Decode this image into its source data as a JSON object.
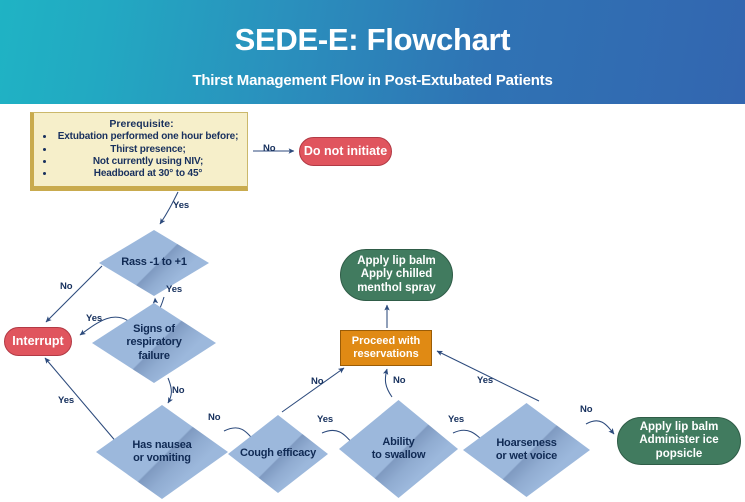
{
  "header": {
    "title": "SEDE-E: Flowchart",
    "subtitle": "Thirst Management Flow in Post-Extubated Patients",
    "gradient_from": "#1fb3c4",
    "gradient_to": "#3366b0"
  },
  "colors": {
    "prerequisite_fill": "#f6efca",
    "prerequisite_border": "#c9ab4e",
    "decision_fill": "#9cb8dc",
    "decision_text": "#102a54",
    "terminal_red": "#e0555e",
    "terminal_green": "#417b5f",
    "process_orange": "#e08a14",
    "edge": "#2c4a7c"
  },
  "prerequisite": {
    "title": "Prerequisite:",
    "items": [
      "Extubation performed one hour before;",
      "Thirst presence;",
      "Not currently using NIV;",
      "Headboard at 30° to 45°"
    ]
  },
  "nodes": {
    "do_not_initiate": "Do not initiate",
    "rass": "Rass -1 to +1",
    "interrupt": "Interrupt",
    "respiratory_failure_l1": "Signs of",
    "respiratory_failure_l2": "respiratory",
    "respiratory_failure_l3": "failure",
    "nausea_l1": "Has nausea",
    "nausea_l2": "or vomiting",
    "cough_efficacy": "Cough efficacy",
    "swallow_l1": "Ability",
    "swallow_l2": "to swallow",
    "hoarseness_l1": "Hoarseness",
    "hoarseness_l2": "or wet voice",
    "proceed_l1": "Proceed with",
    "proceed_l2": "reservations",
    "green_top_l1": "Apply lip balm",
    "green_top_l2": "Apply chilled",
    "green_top_l3": "menthol spray",
    "green_right_l1": "Apply lip balm",
    "green_right_l2": "Administer ice popsicle"
  },
  "edges": [
    {
      "id": "prereq-no-donot",
      "label": "No"
    },
    {
      "id": "prereq-yes-rass",
      "label": "Yes"
    },
    {
      "id": "rass-no-interrupt",
      "label": "No"
    },
    {
      "id": "rass-yes-resp",
      "label": "Yes"
    },
    {
      "id": "resp-yes-interrupt",
      "label": "Yes"
    },
    {
      "id": "resp-no-nausea",
      "label": "No"
    },
    {
      "id": "nausea-yes-interrupt",
      "label": "Yes"
    },
    {
      "id": "nausea-no-cough",
      "label": "No"
    },
    {
      "id": "cough-yes-swallow",
      "label": "Yes"
    },
    {
      "id": "cough-no-proceed",
      "label": "No"
    },
    {
      "id": "swallow-no-proceed",
      "label": "No"
    },
    {
      "id": "swallow-yes-hoarse",
      "label": "Yes"
    },
    {
      "id": "hoarse-yes-proceed",
      "label": "Yes"
    },
    {
      "id": "hoarse-no-green",
      "label": "No"
    }
  ],
  "chart_data": {
    "type": "diagram",
    "title": "SEDE-E: Flowchart",
    "subtitle": "Thirst Management Flow in Post-Extubated Patients",
    "flow": [
      {
        "from": "Prerequisite",
        "to": "Do not initiate",
        "label": "No"
      },
      {
        "from": "Prerequisite",
        "to": "Rass -1 to +1",
        "label": "Yes"
      },
      {
        "from": "Rass -1 to +1",
        "to": "Interrupt",
        "label": "No"
      },
      {
        "from": "Rass -1 to +1",
        "to": "Signs of respiratory failure",
        "label": "Yes"
      },
      {
        "from": "Signs of respiratory failure",
        "to": "Interrupt",
        "label": "Yes"
      },
      {
        "from": "Signs of respiratory failure",
        "to": "Has nausea or vomiting",
        "label": "No"
      },
      {
        "from": "Has nausea or vomiting",
        "to": "Interrupt",
        "label": "Yes"
      },
      {
        "from": "Has nausea or vomiting",
        "to": "Cough efficacy",
        "label": "No"
      },
      {
        "from": "Cough efficacy",
        "to": "Ability to swallow",
        "label": "Yes"
      },
      {
        "from": "Cough efficacy",
        "to": "Proceed with reservations",
        "label": "No"
      },
      {
        "from": "Ability to swallow",
        "to": "Proceed with reservations",
        "label": "No"
      },
      {
        "from": "Ability to swallow",
        "to": "Hoarseness or wet voice",
        "label": "Yes"
      },
      {
        "from": "Hoarseness or wet voice",
        "to": "Proceed with reservations",
        "label": "Yes"
      },
      {
        "from": "Hoarseness or wet voice",
        "to": "Apply lip balm / Administer ice popsicle",
        "label": "No"
      },
      {
        "from": "Proceed with reservations",
        "to": "Apply lip balm / Apply chilled menthol spray",
        "label": ""
      }
    ]
  }
}
